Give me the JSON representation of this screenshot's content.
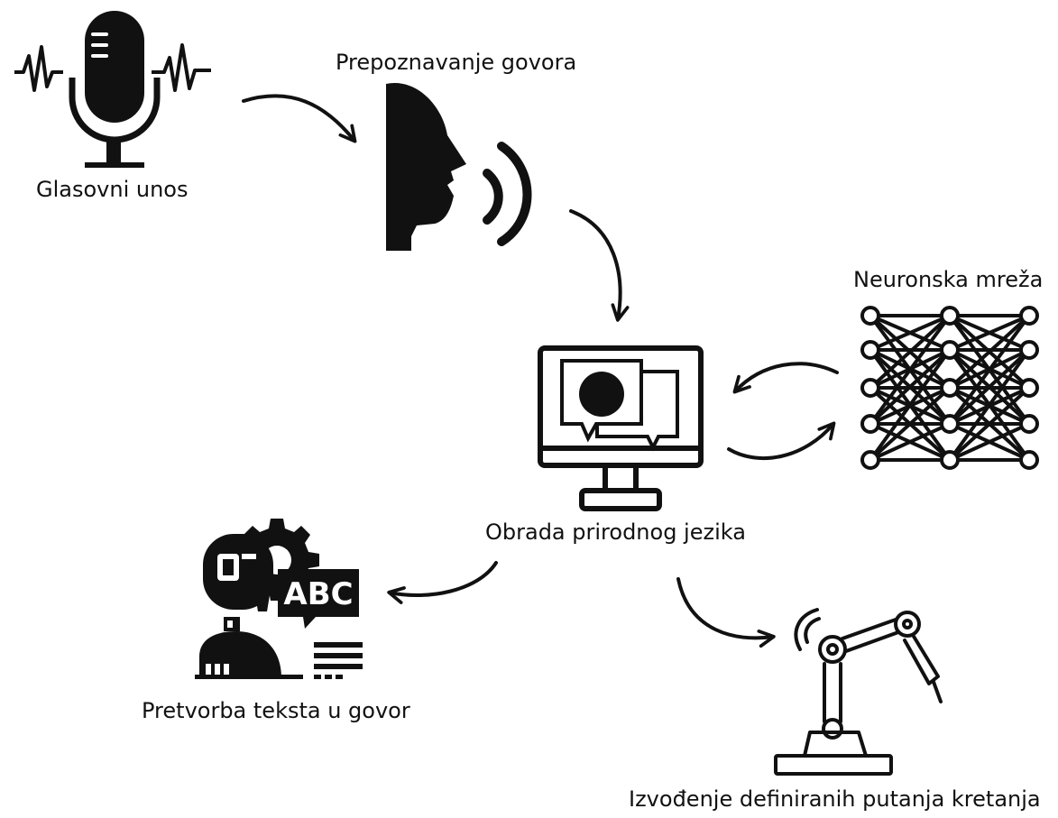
{
  "diagram": {
    "nodes": {
      "voice_input": {
        "label": "Glasovni unos",
        "icon": "microphone-icon"
      },
      "speech_recognition": {
        "label": "Prepoznavanje govora",
        "icon": "speaking-head-icon"
      },
      "nlp": {
        "label": "Obrada prirodnog jezika",
        "icon": "monitor-chat-icon"
      },
      "neural_network": {
        "label": "Neuronska mreža",
        "icon": "neural-network-icon"
      },
      "text_to_speech": {
        "label": "Pretvorba teksta u govor",
        "icon": "text-to-speech-icon",
        "badge": "ABC"
      },
      "robot_paths": {
        "label": "Izvođenje definiranih putanja kretanja",
        "icon": "robot-arm-icon"
      }
    },
    "edges": [
      {
        "from": "voice_input",
        "to": "speech_recognition"
      },
      {
        "from": "speech_recognition",
        "to": "nlp"
      },
      {
        "from": "neural_network",
        "to": "nlp"
      },
      {
        "from": "nlp",
        "to": "neural_network"
      },
      {
        "from": "nlp",
        "to": "text_to_speech"
      },
      {
        "from": "nlp",
        "to": "robot_paths"
      }
    ]
  }
}
